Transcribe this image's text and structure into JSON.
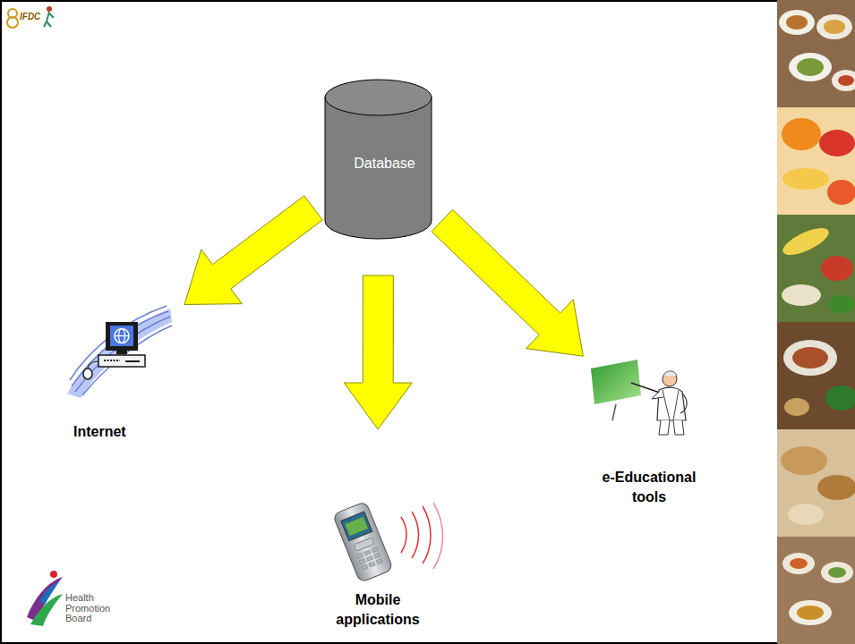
{
  "diagram": {
    "nodes": [
      {
        "text": [
          "Database"
        ]
      },
      {
        "text": [
          "Internet"
        ]
      },
      {
        "text": [
          "Mobile applications"
        ]
      },
      {
        "text": [
          "e-Educational tools"
        ]
      }
    ],
    "edges": [
      {
        "from": 0,
        "to": 1,
        "arrow": "to"
      },
      {
        "from": 0,
        "to": 2,
        "arrow": "to"
      },
      {
        "from": 0,
        "to": 3,
        "arrow": "to"
      }
    ],
    "labels": [
      "IFDC",
      "Health Promotion Board"
    ]
  }
}
